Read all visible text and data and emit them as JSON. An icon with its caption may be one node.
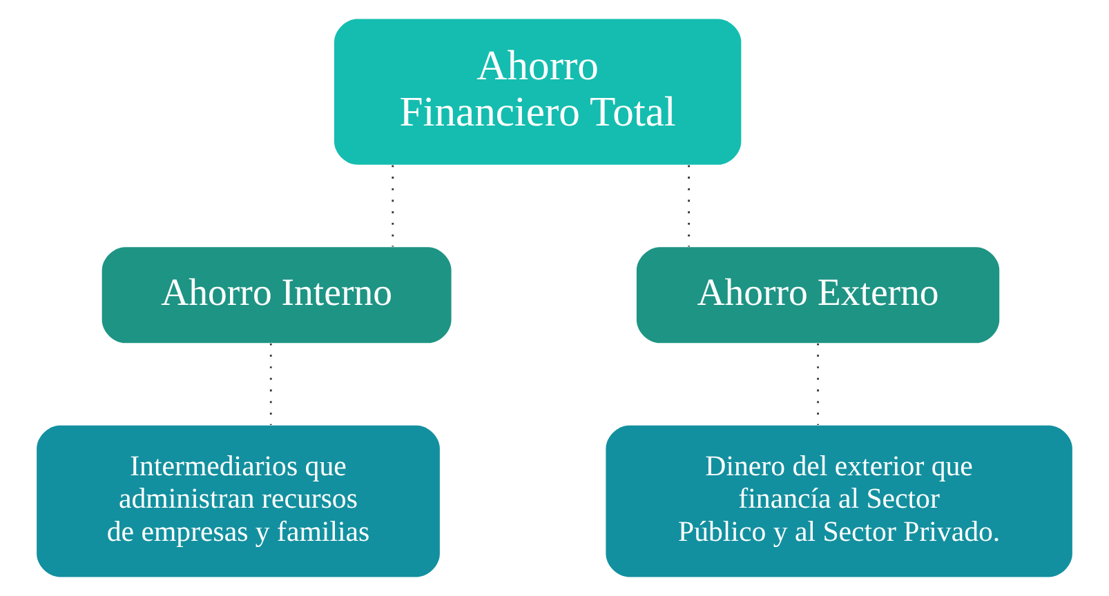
{
  "diagram": {
    "nodes": [
      {
        "text": [
          "Ahorro Financiero Total"
        ]
      },
      {
        "text": [
          "Ahorro Interno"
        ]
      },
      {
        "text": [
          "Ahorro Externo"
        ]
      },
      {
        "text": [
          "Intermediarios que administran recursos de empresas y familias"
        ]
      },
      {
        "text": [
          "Dinero del exterior que financía al Sector Público y al Sector Privado."
        ]
      }
    ],
    "edges": [
      {
        "from": 0,
        "to": 1,
        "arrow": "none",
        "style": "dashed"
      },
      {
        "from": 0,
        "to": 2,
        "arrow": "none",
        "style": "dashed"
      },
      {
        "from": 1,
        "to": 3,
        "arrow": "none",
        "style": "dashed"
      },
      {
        "from": 2,
        "to": 4,
        "arrow": "none",
        "style": "dashed"
      }
    ]
  }
}
